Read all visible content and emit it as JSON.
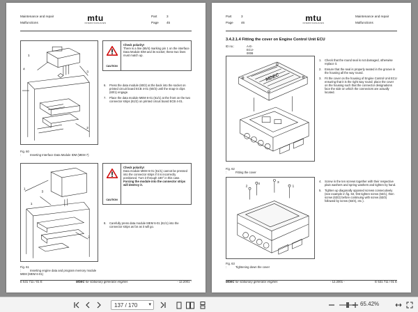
{
  "left_page": {
    "header_line1": "Maintenance and repair",
    "header_line2": "Malfunctions",
    "logo": "mtu",
    "logo_sub": "FRIEDRICHSHAFEN",
    "part_label": "Part",
    "part_value": "3",
    "page_label": "Page",
    "page_value": "45",
    "caution1": {
      "label": "CAUTION",
      "title": "Check polarity!",
      "text": "There is a line (65/4) marking pin 1 on the interface Data Module IDM and its socket; these two lines must match up."
    },
    "steps1": [
      {
        "n": "6.",
        "text": "Press the data module (60/2) at the back into the socket on printed circuit board ECB 4-01 (60/3) until the snap-in clips (60/1) engage."
      },
      {
        "n": "7.",
        "text": "Place the data module MEM 6-01 (61/1) at the front on the two connector strips (61/2) on printed circuit board ECB 4-01."
      }
    ],
    "fig60": {
      "num": "Fig.  60 :",
      "text": "Inserting Interface Data Module IDM (MEM 7)"
    },
    "fig60_callouts": [
      "1",
      "4",
      "3",
      "2"
    ],
    "caution2": {
      "label": "CAUTION",
      "title": "Check polarity!",
      "text": "Data module MEM 6-01 (61/1) cannot be pressed into the connector strips if it is incorrectly positioned. Turn it through 180° in this case.",
      "bold": "Forcing the module into the connector strips will destroy it."
    },
    "steps2": [
      {
        "n": "8.",
        "text": "Carefully press data module MEM 6-01 (61/1) into the connector strips as far as it will go."
      }
    ],
    "fig61": {
      "num": "Fig.  61 :",
      "text": "Inserting engine data and program memory module MEM (MEM 6-01)"
    },
    "fig61_callouts": [
      "3",
      "1",
      "2",
      "1"
    ],
    "footer_left": "E 531 711 / 01 E",
    "footer_center_bold": "MDEC",
    "footer_center": " for stationary generator engines",
    "footer_right": "- 12.2001 -"
  },
  "right_page": {
    "header_line1": "Maintenance and repair",
    "header_line2": "Malfunctions",
    "logo": "mtu",
    "logo_sub": "FRIEDRICHSHAFEN",
    "part_label": "Part",
    "part_value": "3",
    "page_label": "Page",
    "page_value": "46",
    "title": "3.4.2.1.4   Fitting the cover on Engine Control Unit ECU",
    "id_label": "ID no.:",
    "id_value": "A-E-ECU-0008",
    "steps1": [
      {
        "n": "1.",
        "text": "Check that the round seal is not damaged, otherwise replace it."
      },
      {
        "n": "2.",
        "text": "Ensure that the seal is properly seated in the groove in the housing all the way round."
      },
      {
        "n": "3.",
        "text": "Fit the cover on the housing of Engine Control Unit ECU ensuring that it is the right way round; place the cover on the housing such that the connector designations face the side on which the connectors are actually located."
      }
    ],
    "steps2": [
      {
        "n": "4.",
        "text": "Screw in the ten screws together with their respective plain washers and spring washers and tighten by hand."
      },
      {
        "n": "5.",
        "text": "Tighten up diagonally opposed screws consecutively (see example in fig. 63, first tighten screw (63/1), then screw (63/2) before continuing with screw (63/3) followed by screw (63/4), etc.)."
      }
    ],
    "fig62": {
      "num": "Fig.  62 :",
      "text": "Fitting the cover"
    },
    "fig63": {
      "num": "Fig.  63 :",
      "text": "Tightening down the cover"
    },
    "fig63_callouts": [
      "2",
      "4",
      "3",
      "1"
    ],
    "cover_text": "MDEC",
    "footer_left_bold": "MDEC",
    "footer_left": " for stationary generator engines",
    "footer_center": "- 12.2001 -",
    "footer_right": "E 531 711 / 01 E"
  },
  "toolbar": {
    "page_display": "137 / 170",
    "zoom": "65.42%"
  }
}
